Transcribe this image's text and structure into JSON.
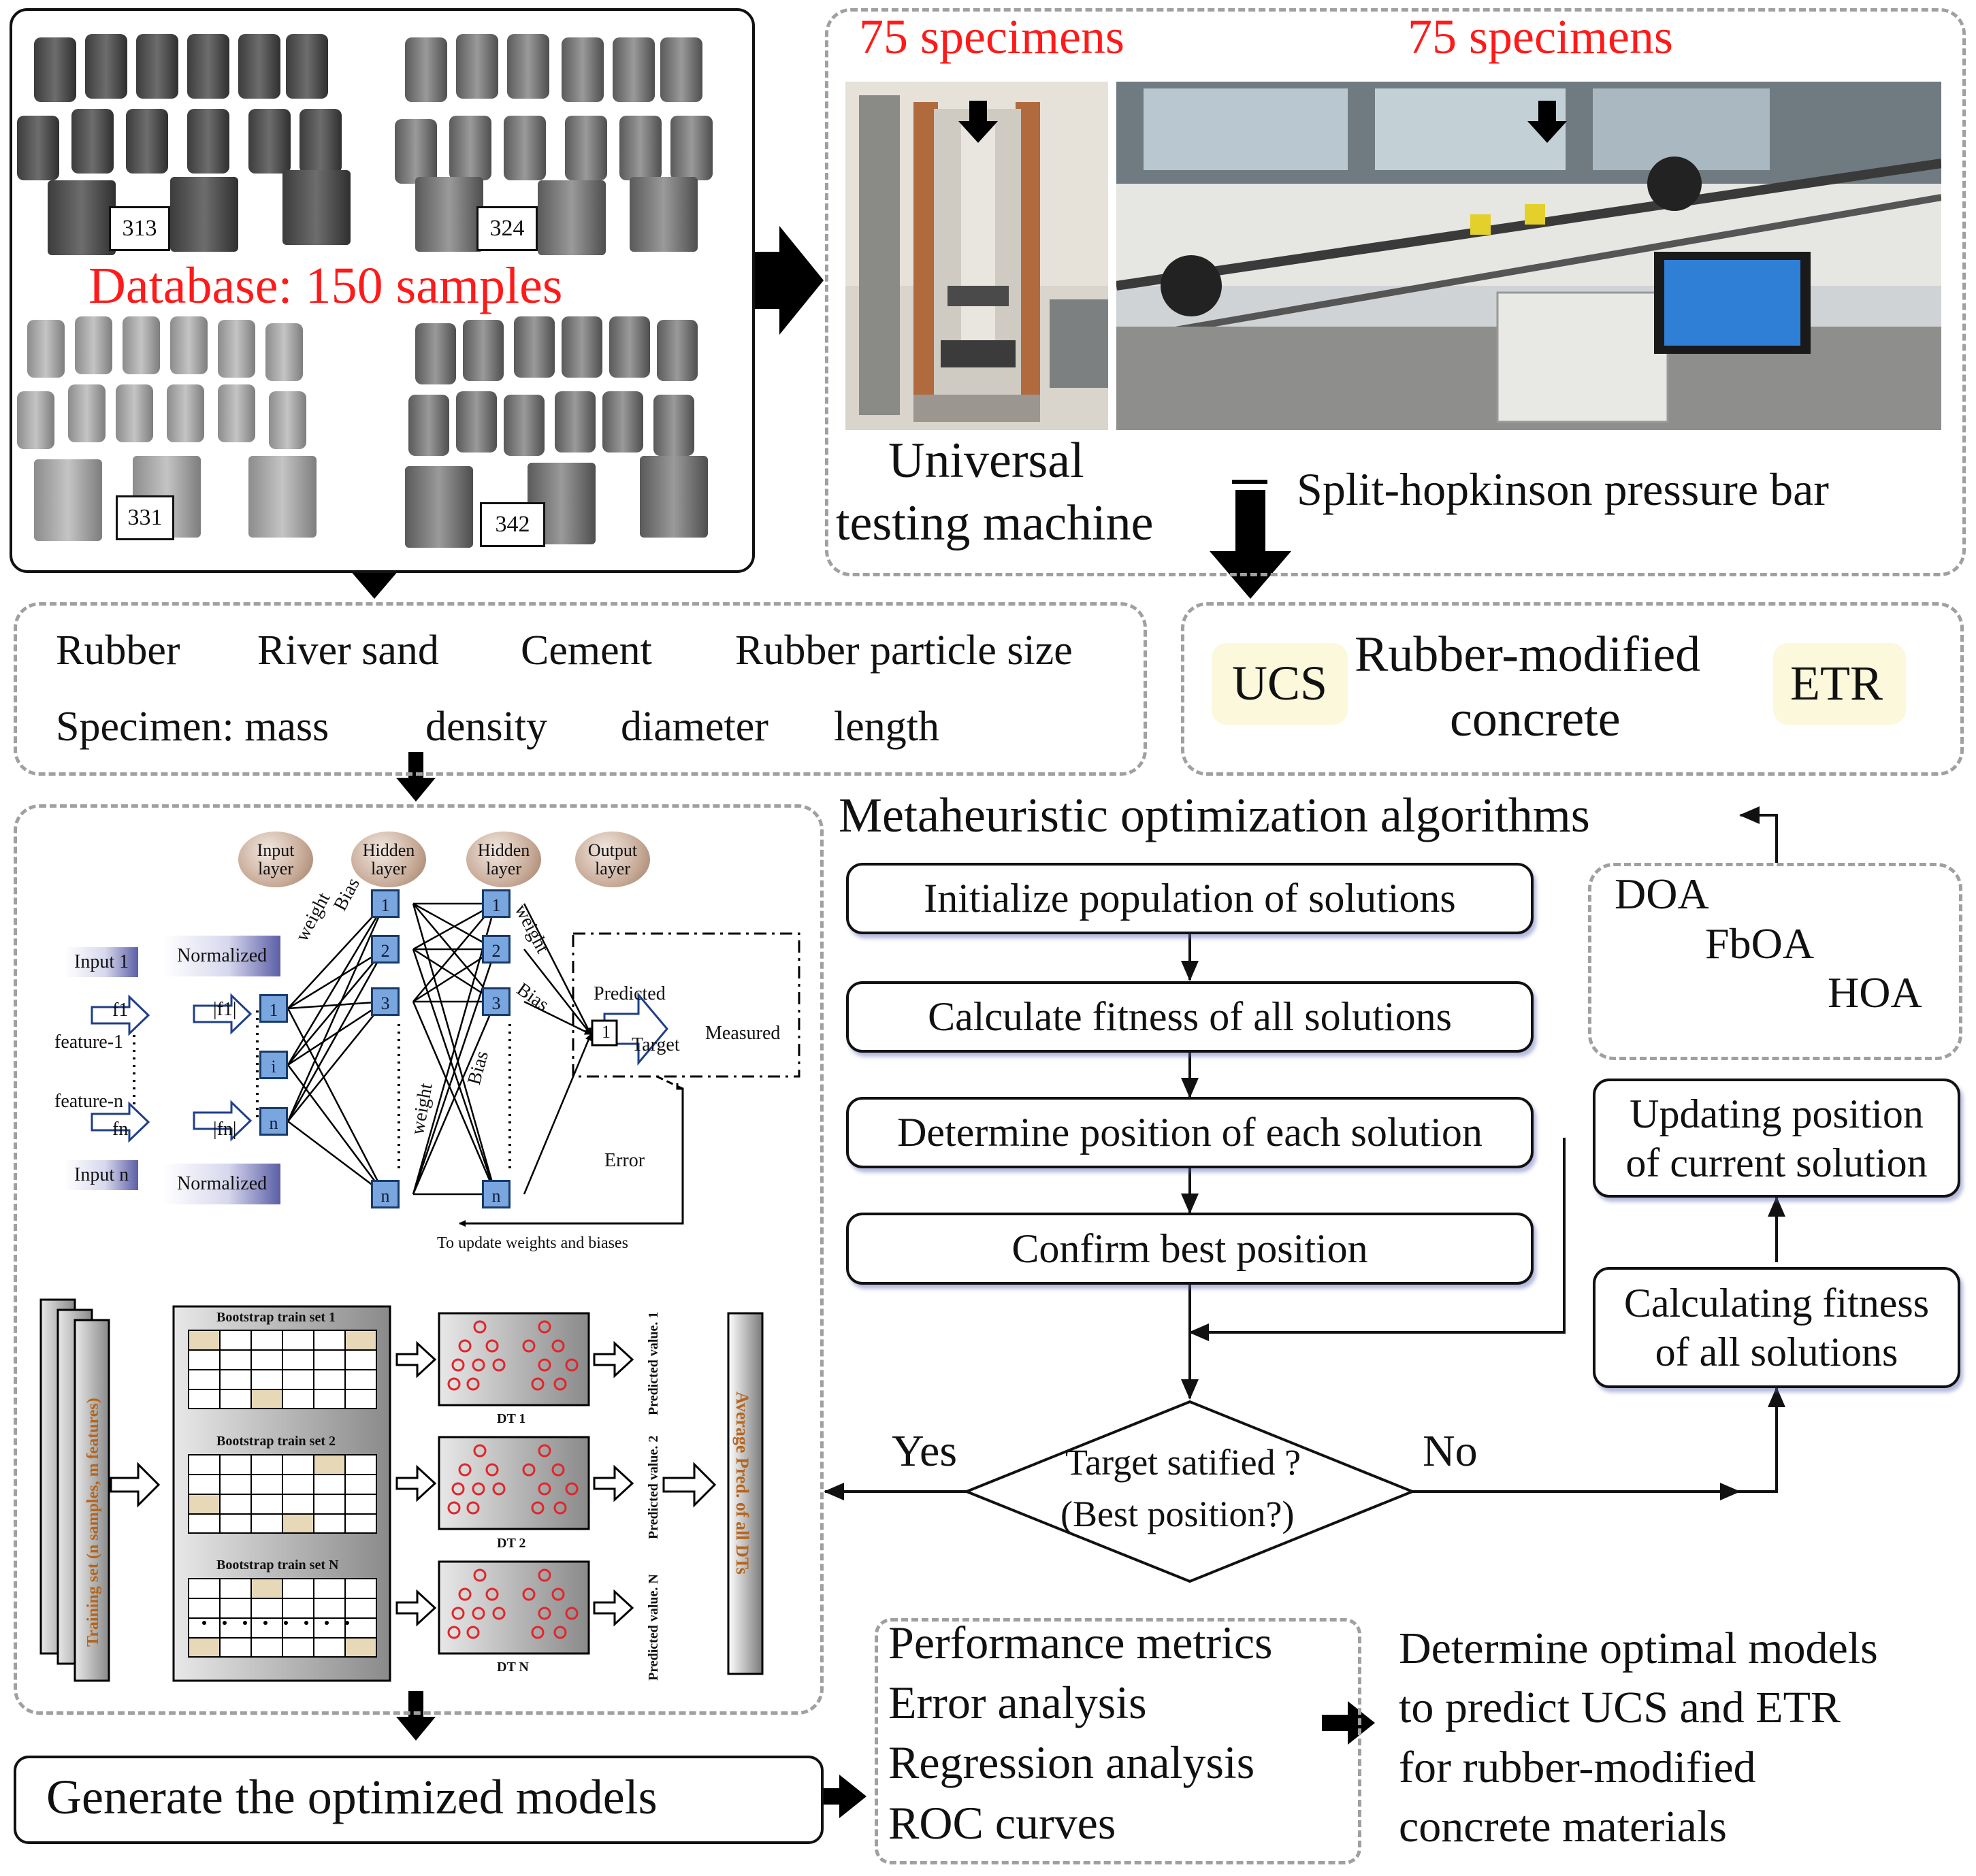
{
  "database": {
    "label": "Database: 150 samples",
    "sample_tags": [
      "313",
      "324",
      "331",
      "342"
    ]
  },
  "tests": {
    "left_count": "75 specimens",
    "right_count": "75 specimens",
    "utm_label_line1": "Universal",
    "utm_label_line2": "testing machine",
    "shpb_label": "Split-hopkinson pressure bar"
  },
  "inputs": {
    "row1": [
      "Rubber",
      "River sand",
      "Cement",
      "Rubber particle size"
    ],
    "row2": [
      "Specimen: mass",
      "density",
      "diameter",
      "length"
    ]
  },
  "outputs": {
    "left_tag": "UCS",
    "right_tag": "ETR",
    "material_line1": "Rubber-modified",
    "material_line2": "concrete"
  },
  "ann": {
    "layers": [
      "Input layer",
      "Hidden layer",
      "Hidden layer",
      "Output layer"
    ],
    "input1": "Input 1",
    "inputn": "Input n",
    "normalized_top": "Normalized",
    "normalized_bottom": "Normalized",
    "f1": "f1",
    "fn": "fn",
    "nf1": "|f1|",
    "nfn": "|fn|",
    "feature1": "feature-1",
    "featuren": "feature-n",
    "node_labels": [
      "1",
      "i",
      "n",
      "1",
      "2",
      "3",
      "n",
      "1",
      "2",
      "3",
      "n",
      "1"
    ],
    "weight": "weight",
    "bias": "Bias",
    "bias_lower": "Bias",
    "predicted": "Predicted",
    "target": "Target",
    "measured": "Measured",
    "error": "Error",
    "update": "To update weights and biases"
  },
  "rf": {
    "training_set": "Training set (n samples, m features)",
    "train_sets": [
      "Bootstrap train set 1",
      "Bootstrap train set 2",
      "Bootstrap train set N"
    ],
    "trees": [
      "DT 1",
      "DT 2",
      "DT N"
    ],
    "predicted": [
      "Predicted value. 1",
      "Predicted value. 2",
      "Predicted value. N"
    ],
    "average": "Average Pred. of all DTs"
  },
  "optimization": {
    "title": "Metaheuristic optimization algorithms",
    "algorithms": [
      "DOA",
      "FbOA",
      "HOA"
    ],
    "steps": [
      "Initialize population of solutions",
      "Calculate fitness of all solutions",
      "Determine position of each solution",
      "Confirm best position"
    ],
    "update_line1": "Updating position",
    "update_line2": "of current solution",
    "calc_line1": "Calculating fitness",
    "calc_line2": "of all solutions",
    "decision_line1": "Target satified ?",
    "decision_line2": "(Best position?)",
    "yes": "Yes",
    "no": "No"
  },
  "generate": "Generate the optimized models",
  "evaluation": [
    "Performance metrics",
    "Error analysis",
    "Regression analysis",
    "ROC curves"
  ],
  "conclusion": [
    "Determine optimal models",
    "to predict UCS and ETR",
    "for rubber-modified",
    "concrete materials"
  ],
  "colors": {
    "red": "#ff1a1a",
    "node_blue": "#7aa6e0",
    "highlight": "#fbf8dc",
    "tree_red": "#e0262b"
  }
}
